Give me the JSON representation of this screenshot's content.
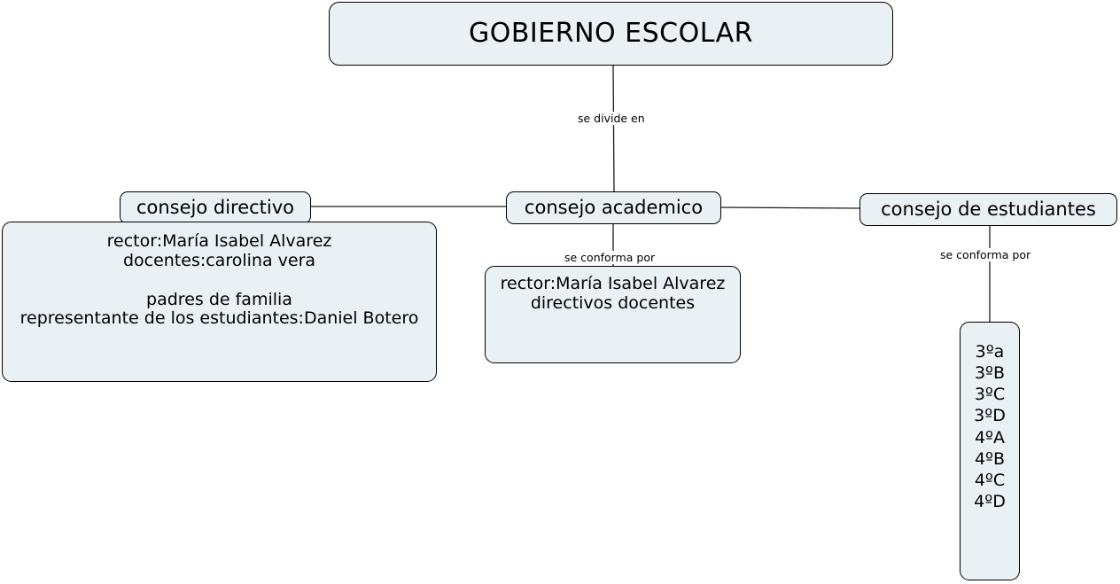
{
  "diagram": {
    "title": "GOBIERNO  ESCOLAR",
    "colors": {
      "node_fill": "#eaf1f4",
      "node_border": "#000000",
      "background": "#ffffff",
      "text": "#000000"
    },
    "nodes": {
      "root": "GOBIERNO  ESCOLAR",
      "consejo_directivo": "consejo directivo",
      "consejo_academico": "consejo academico",
      "consejo_estudiantes": "consejo de estudiantes",
      "consejo_directivo_detail": "rector:María Isabel Alvarez\ndocentes:carolina vera\n\npadres de familia\nrepresentante de los estudiantes:Daniel Botero",
      "consejo_academico_detail": "rector:María Isabel Alvarez\ndirectivos docentes",
      "consejo_estudiantes_detail": "3ºa\n3ºB\n3ºC\n3ºD\n4ºA\n4ºB\n4ºC\n4ºD"
    },
    "detail_lines": {
      "consejo_directivo": [
        "rector:María Isabel Alvarez",
        "docentes:carolina vera",
        "",
        "padres de familia",
        "representante de los estudiantes:Daniel Botero"
      ],
      "consejo_academico": [
        "rector:María Isabel Alvarez",
        "directivos docentes"
      ],
      "consejo_estudiantes": [
        "3ºa",
        "3ºB",
        "3ºC",
        "3ºD",
        "4ºA",
        "4ºB",
        "4ºC",
        "4ºD"
      ]
    },
    "link_labels": {
      "root_to_academico": "se divide en",
      "academico_to_detail": "se conforma por",
      "estudiantes_to_detail": "se conforma por"
    }
  }
}
